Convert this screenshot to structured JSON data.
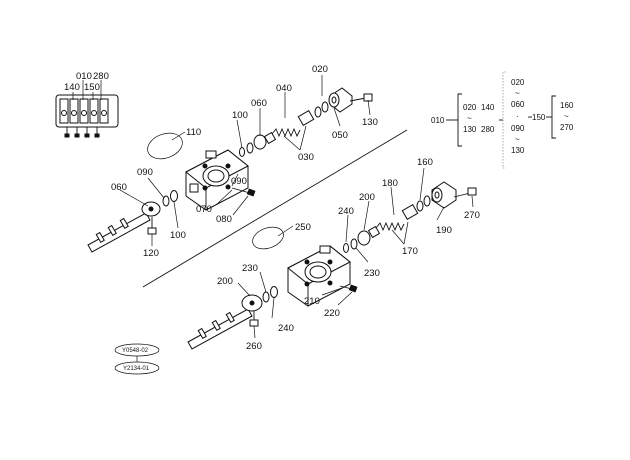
{
  "callouts": {
    "c010": "010",
    "c140": "140",
    "c150": "150",
    "c280": "280",
    "c020": "020",
    "c040": "040",
    "c060a": "060",
    "c100a": "100",
    "c110": "110",
    "c030": "030",
    "c050": "050",
    "c130": "130",
    "c090a": "090",
    "c070": "070",
    "c080": "080",
    "c060b": "060",
    "c090b": "090",
    "c100b": "100",
    "c120": "120",
    "c160": "160",
    "c180": "180",
    "c200a": "200",
    "c240a": "240",
    "c230a": "230",
    "c170": "170",
    "c190": "190",
    "c270": "270",
    "c250": "250",
    "c200b": "200",
    "c230b": "230",
    "c210": "210",
    "c220": "220",
    "c240b": "240",
    "c260": "260"
  },
  "tree": {
    "root": "010",
    "g1_top": "020",
    "g1_tilde": "~",
    "g1_bot": "130",
    "g2_top": "140",
    "g2_bot": "280",
    "g3_a": "020",
    "g3_t1": "~",
    "g3_b": "060",
    "g3_dot": "·",
    "g3_c": "090",
    "g3_t2": "~",
    "g3_d": "130",
    "mid": "150",
    "g4_top": "160",
    "g4_tilde": "~",
    "g4_bot": "270"
  },
  "stamps": {
    "top": "Y0548-02",
    "bottom": "Y2134-01"
  },
  "colors": {
    "ink": "#111111",
    "paper": "#ffffff"
  }
}
